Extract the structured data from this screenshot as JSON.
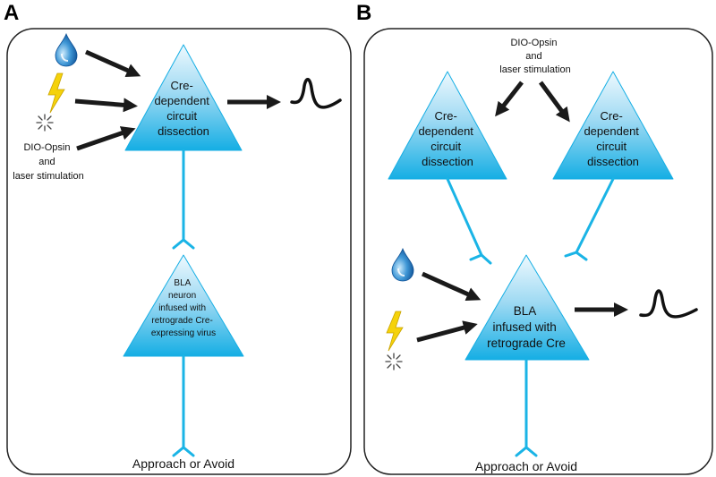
{
  "panel_a": {
    "letter": "A",
    "top_neuron_lines": [
      "Cre-",
      "dependent",
      "circuit",
      "dissection"
    ],
    "bottom_neuron_lines": [
      "BLA",
      "neuron",
      "infused with",
      "retrograde Cre-",
      "expressing virus"
    ],
    "stim_lines": [
      "DIO-Opsin",
      "and",
      "laser stimulation"
    ],
    "output_label": "Approach or Avoid"
  },
  "panel_b": {
    "letter": "B",
    "stim_lines": [
      "DIO-Opsin",
      "and",
      "laser stimulation"
    ],
    "left_neuron_lines": [
      "Cre-",
      "dependent",
      "circuit",
      "dissection"
    ],
    "right_neuron_lines": [
      "Cre-",
      "dependent",
      "circuit",
      "dissection"
    ],
    "bla_neuron_lines": [
      "BLA",
      "infused with",
      "retrograde Cre"
    ],
    "output_label": "Approach or Avoid"
  },
  "icons": {
    "water_drop": "water-drop-icon",
    "lightning": "lightning-bolt-icon",
    "laser": "laser-burst-icon",
    "spike": "action-potential-icon"
  },
  "colors": {
    "neuron_gradient_top": "#e8f7fd",
    "neuron_gradient_bottom": "#1ab4e6",
    "neurite": "#1ab4e6",
    "arrow": "#1a1a1a",
    "lightning": "#f5d20a"
  }
}
